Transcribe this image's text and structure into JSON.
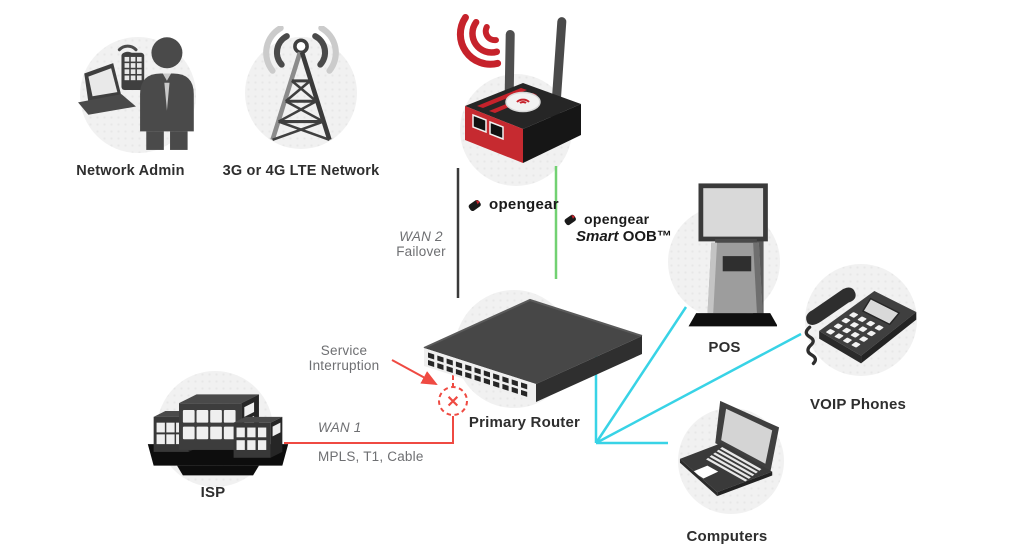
{
  "diagram": {
    "nodes": {
      "network_admin": {
        "label": "Network Admin"
      },
      "lte_network": {
        "label": "3G or 4G LTE Network"
      },
      "opengear_device": {
        "brand": "opengear"
      },
      "smart_oob": {
        "brand": "opengear",
        "product_name": "Smart",
        "product_suffix": "OOB™"
      },
      "primary_router": {
        "label": "Primary Router"
      },
      "isp": {
        "label": "ISP"
      },
      "pos": {
        "label": "POS"
      },
      "voip_phones": {
        "label": "VOIP Phones"
      },
      "computers": {
        "label": "Computers"
      }
    },
    "annotations": {
      "wan2": {
        "line1": "WAN 2",
        "line2": "Failover"
      },
      "service_interruption": {
        "line1": "Service",
        "line2": "Interruption"
      },
      "wan1": {
        "label": "WAN 1",
        "sublabel": "MPLS, T1, Cable"
      },
      "failure_mark": "✕"
    },
    "colors": {
      "brand_red": "#c6222b",
      "line_red": "#ef4a42",
      "line_green": "#72d172",
      "line_cyan": "#38d3e6",
      "line_black": "#3a3a3a",
      "icon_gray": "#4a4a4a",
      "halo_gray": "#f1f1f1",
      "label_text": "#2e2e2e",
      "muted_text": "#6e6f72"
    }
  }
}
